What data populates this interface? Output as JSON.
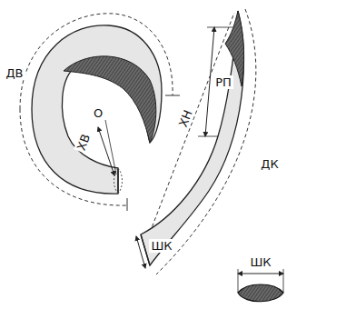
{
  "diagram": {
    "labels": [
      "ДВ",
      "ХВ",
      "О",
      "ХН",
      "РП",
      "ДК",
      "ШК",
      "ШК"
    ]
  }
}
